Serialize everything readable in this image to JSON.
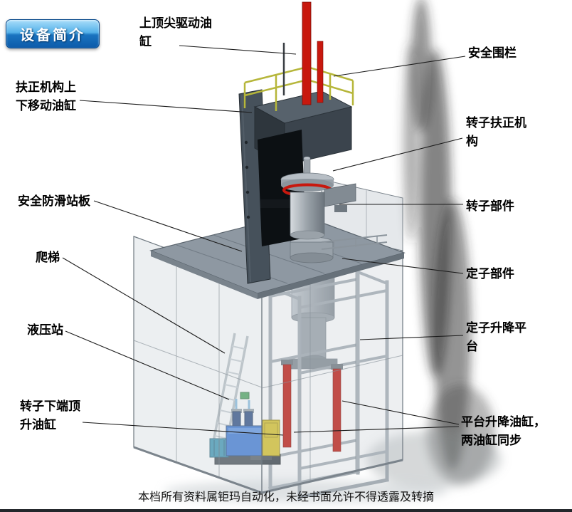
{
  "badge": {
    "label": "设备简介"
  },
  "labels": [
    {
      "text": "上顶尖驱动油缸"
    },
    {
      "text": "安全围栏"
    },
    {
      "text": "扶正机构上下移动油缸"
    },
    {
      "text": "转子扶正机构"
    },
    {
      "text": "安全防滑站板"
    },
    {
      "text": "转子部件"
    },
    {
      "text": "爬梯"
    },
    {
      "text": "定子部件"
    },
    {
      "text": "液压站"
    },
    {
      "text": "定子升降平台"
    },
    {
      "text": "转子下端顶升油缸"
    },
    {
      "text": "平台升降油缸，两油缸同步"
    }
  ],
  "footer": {
    "text": "本档所有资料属钜玛自动化，未经书面允许不得透露及转摘"
  },
  "colors": {
    "accent_red": "#c8180e",
    "railing_yellow": "#b6b63a",
    "hydraulic_blue": "#2e6fd2",
    "cabinet_yellow": "#d9c32c",
    "badge_blue": "#0c5baa",
    "machine_gray": "#8e98a2"
  }
}
